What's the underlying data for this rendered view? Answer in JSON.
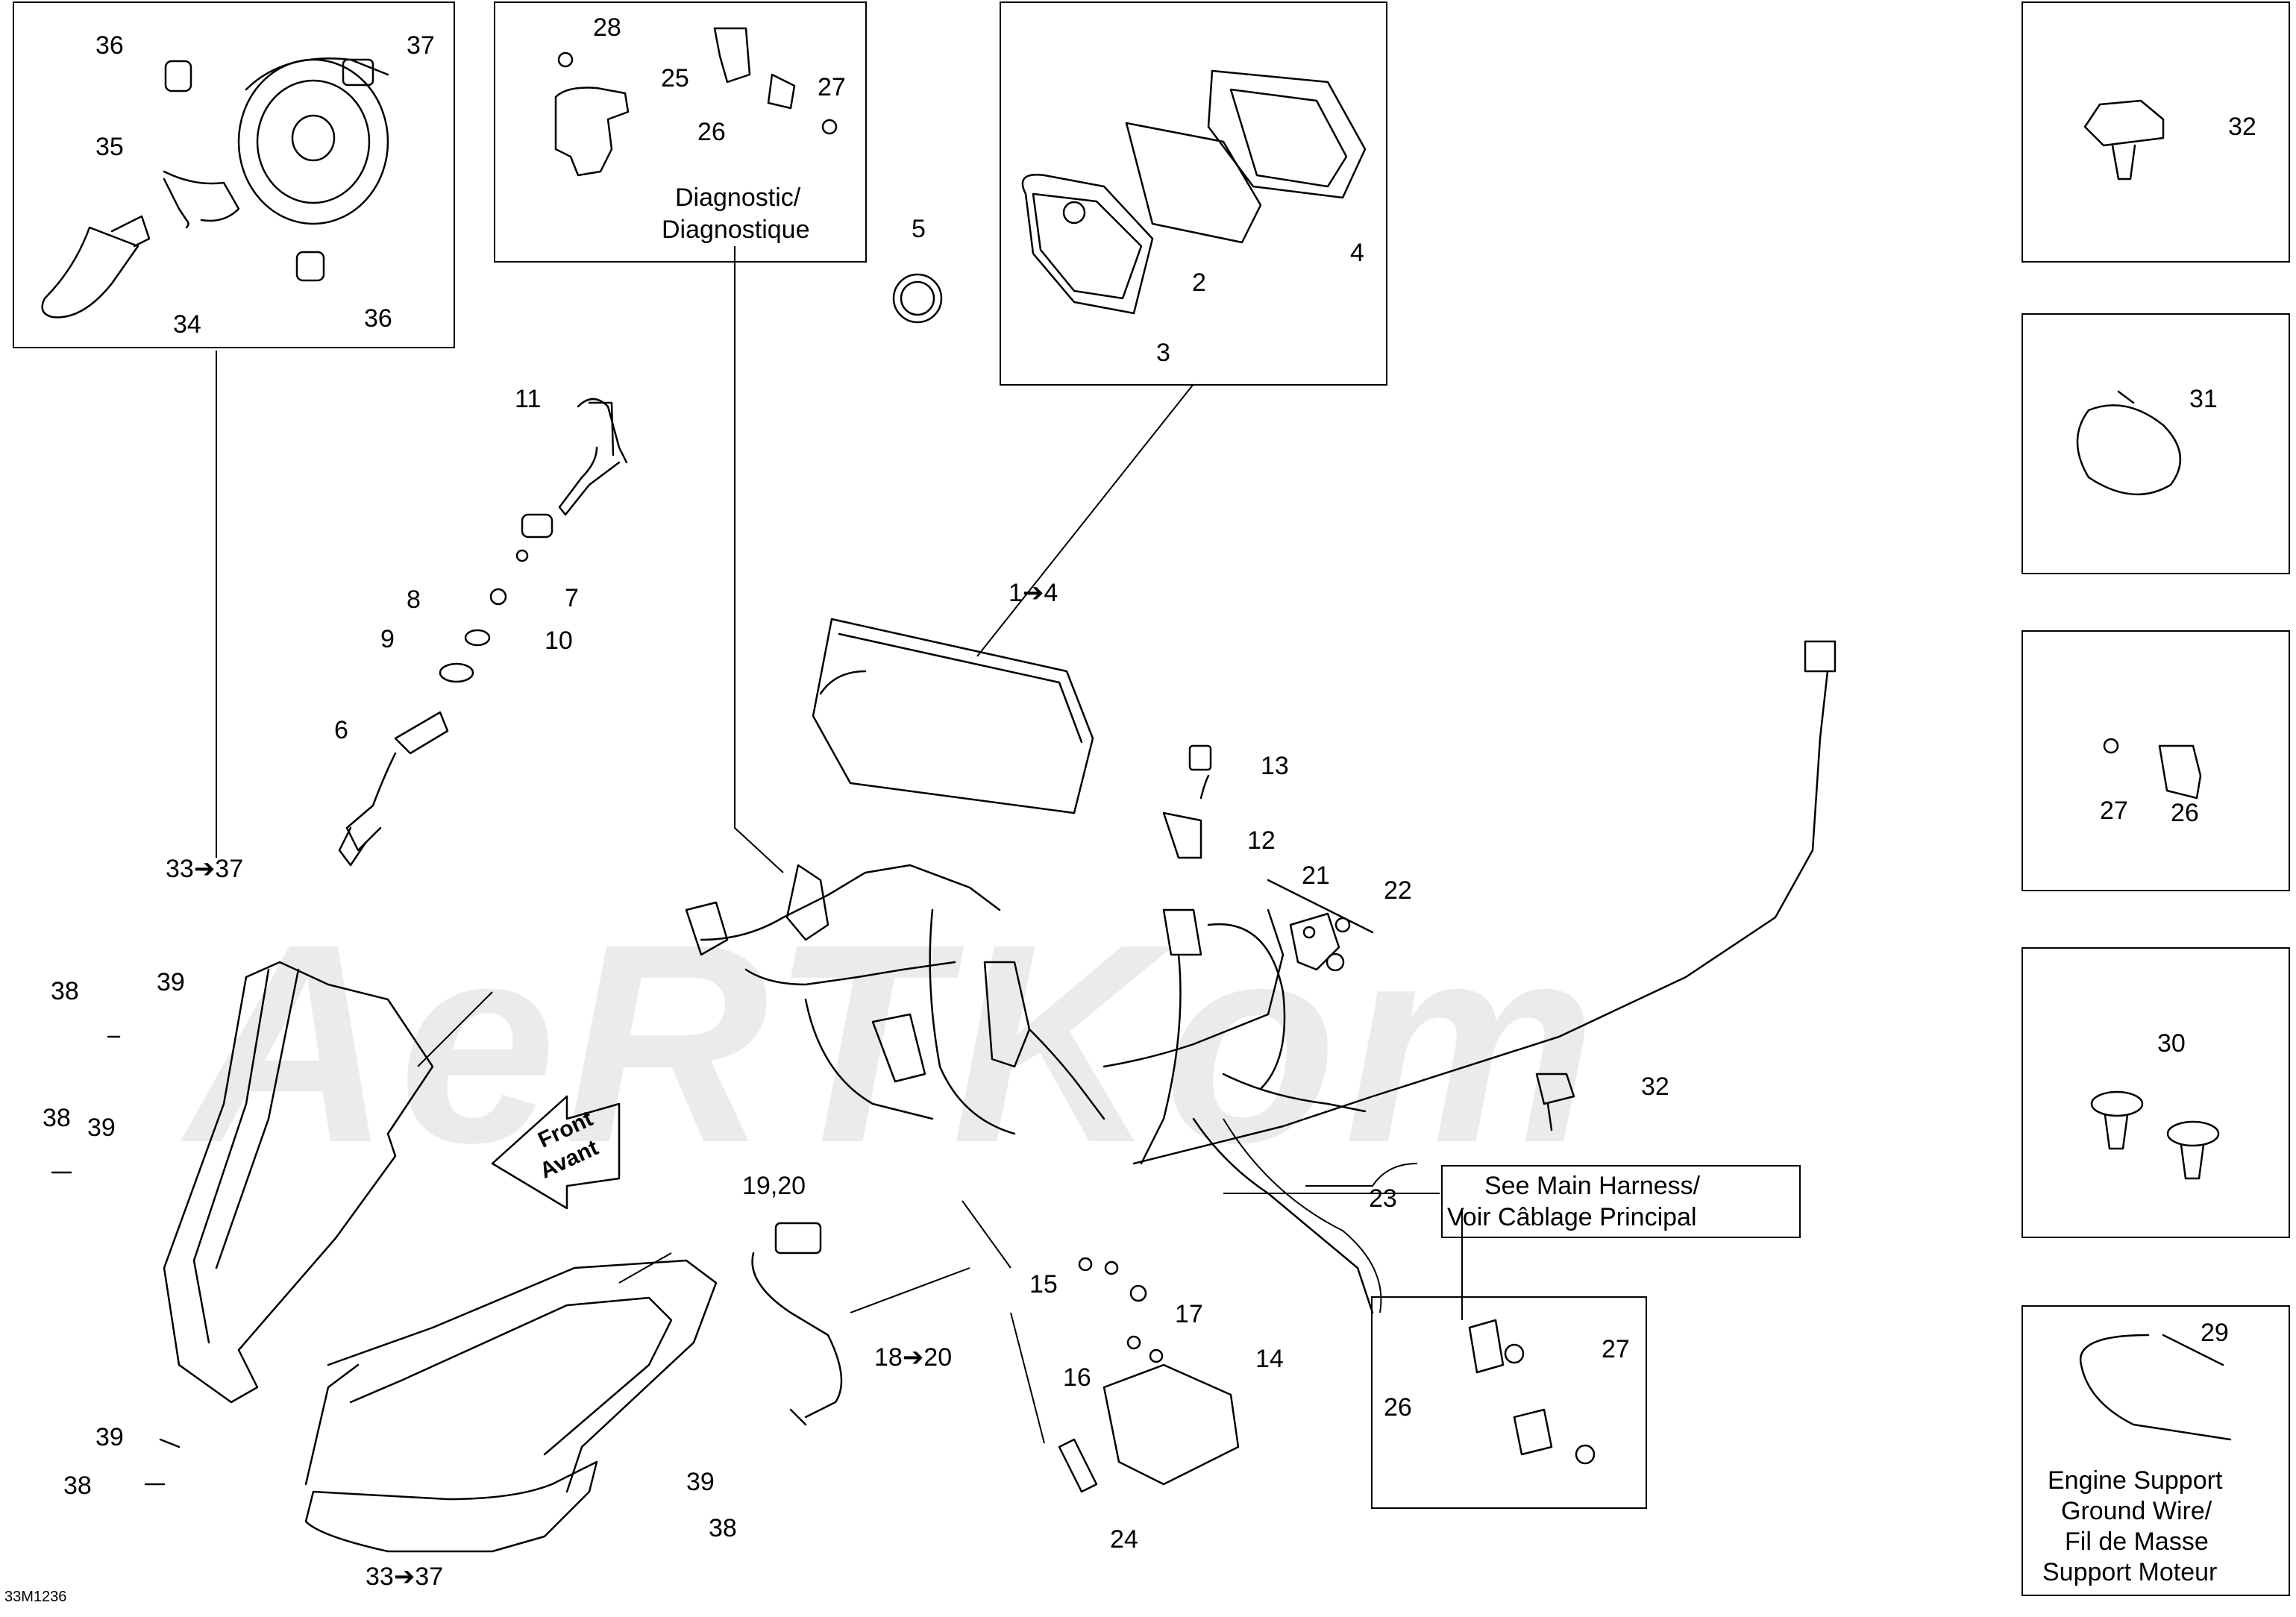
{
  "diagram": {
    "figure_ref": "33M1236",
    "watermark": "AeRTKom",
    "diagnostic_title": [
      "Diagnostic/",
      "Diagnostique"
    ],
    "front_arrow": [
      "Front",
      "Avant"
    ],
    "harness_note": [
      "See Main Harness/",
      "Voir Câblage Principal"
    ],
    "ground_wire_note": [
      "Engine Support",
      "Ground Wire/",
      "Fil de Masse",
      "Support Moteur"
    ],
    "callouts": {
      "c1_4": "1➔4",
      "c2": "2",
      "c3": "3",
      "c4": "4",
      "c5": "5",
      "c6": "6",
      "c7": "7",
      "c8": "8",
      "c9": "9",
      "c10": "10",
      "c11": "11",
      "c12": "12",
      "c13": "13",
      "c14": "14",
      "c15": "15",
      "c16": "16",
      "c17": "17",
      "c18_20": "18➔20",
      "c19_20": "19,20",
      "c21": "21",
      "c22": "22",
      "c23": "23",
      "c24": "24",
      "c25": "25",
      "c26": "26",
      "c27": "27",
      "c28": "28",
      "c29": "29",
      "c30": "30",
      "c31": "31",
      "c32": "32",
      "c33_37": "33➔37",
      "c34": "34",
      "c35": "35",
      "c36": "36",
      "c37": "37",
      "c38": "38",
      "c39": "39"
    }
  }
}
